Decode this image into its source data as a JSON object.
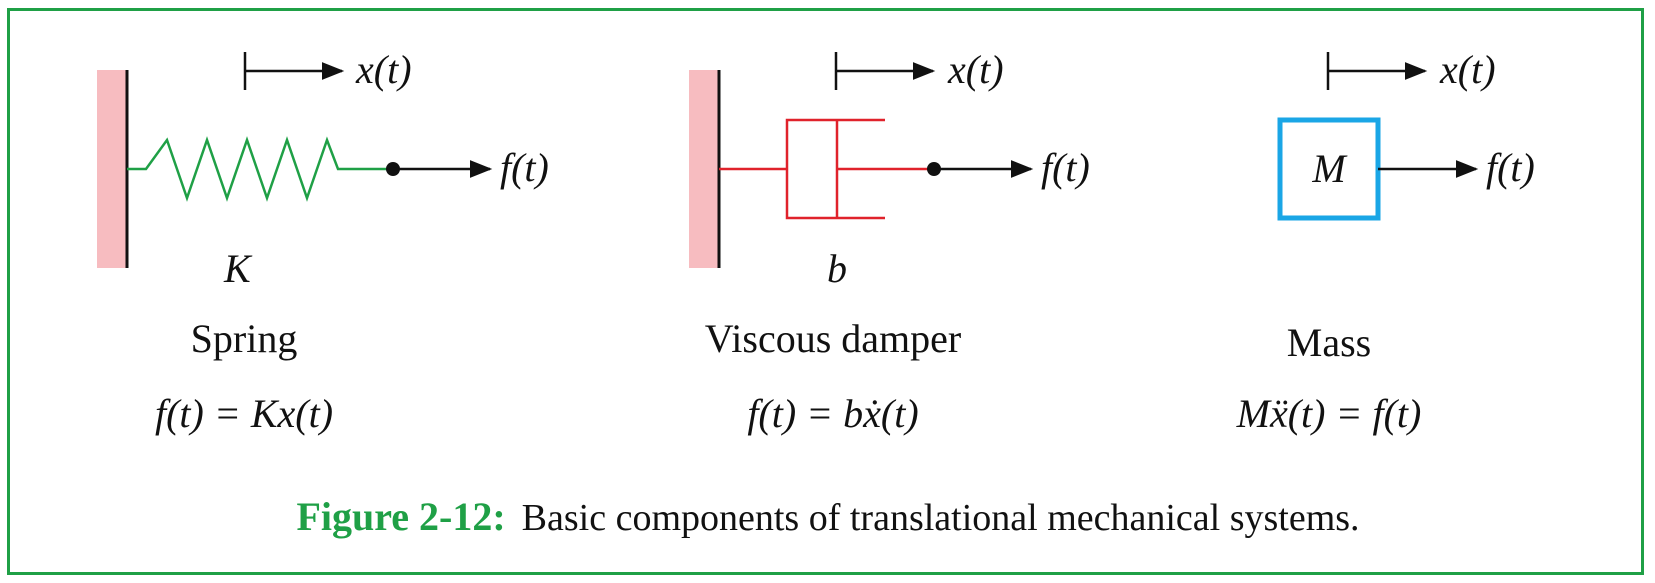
{
  "spring": {
    "displacement": "x(t)",
    "force": "f(t)",
    "param": "K",
    "name": "Spring",
    "equation": "f(t) = Kx(t)"
  },
  "damper": {
    "displacement": "x(t)",
    "force": "f(t)",
    "param": "b",
    "name": "Viscous damper",
    "equation": "f(t) = bẋ(t)"
  },
  "mass": {
    "displacement": "x(t)",
    "force": "f(t)",
    "block_label": "M",
    "name": "Mass",
    "equation": "Mẍ(t) = f(t)"
  },
  "caption": {
    "number": "Figure 2-12:",
    "text": "Basic components of translational mechanical systems."
  },
  "colors": {
    "frame": "#1fa046",
    "wall": "#f7bcc0",
    "spring": "#1fa046",
    "damper": "#e0222b",
    "mass_box": "#1aa6e6",
    "caption_number": "#1fa046"
  }
}
